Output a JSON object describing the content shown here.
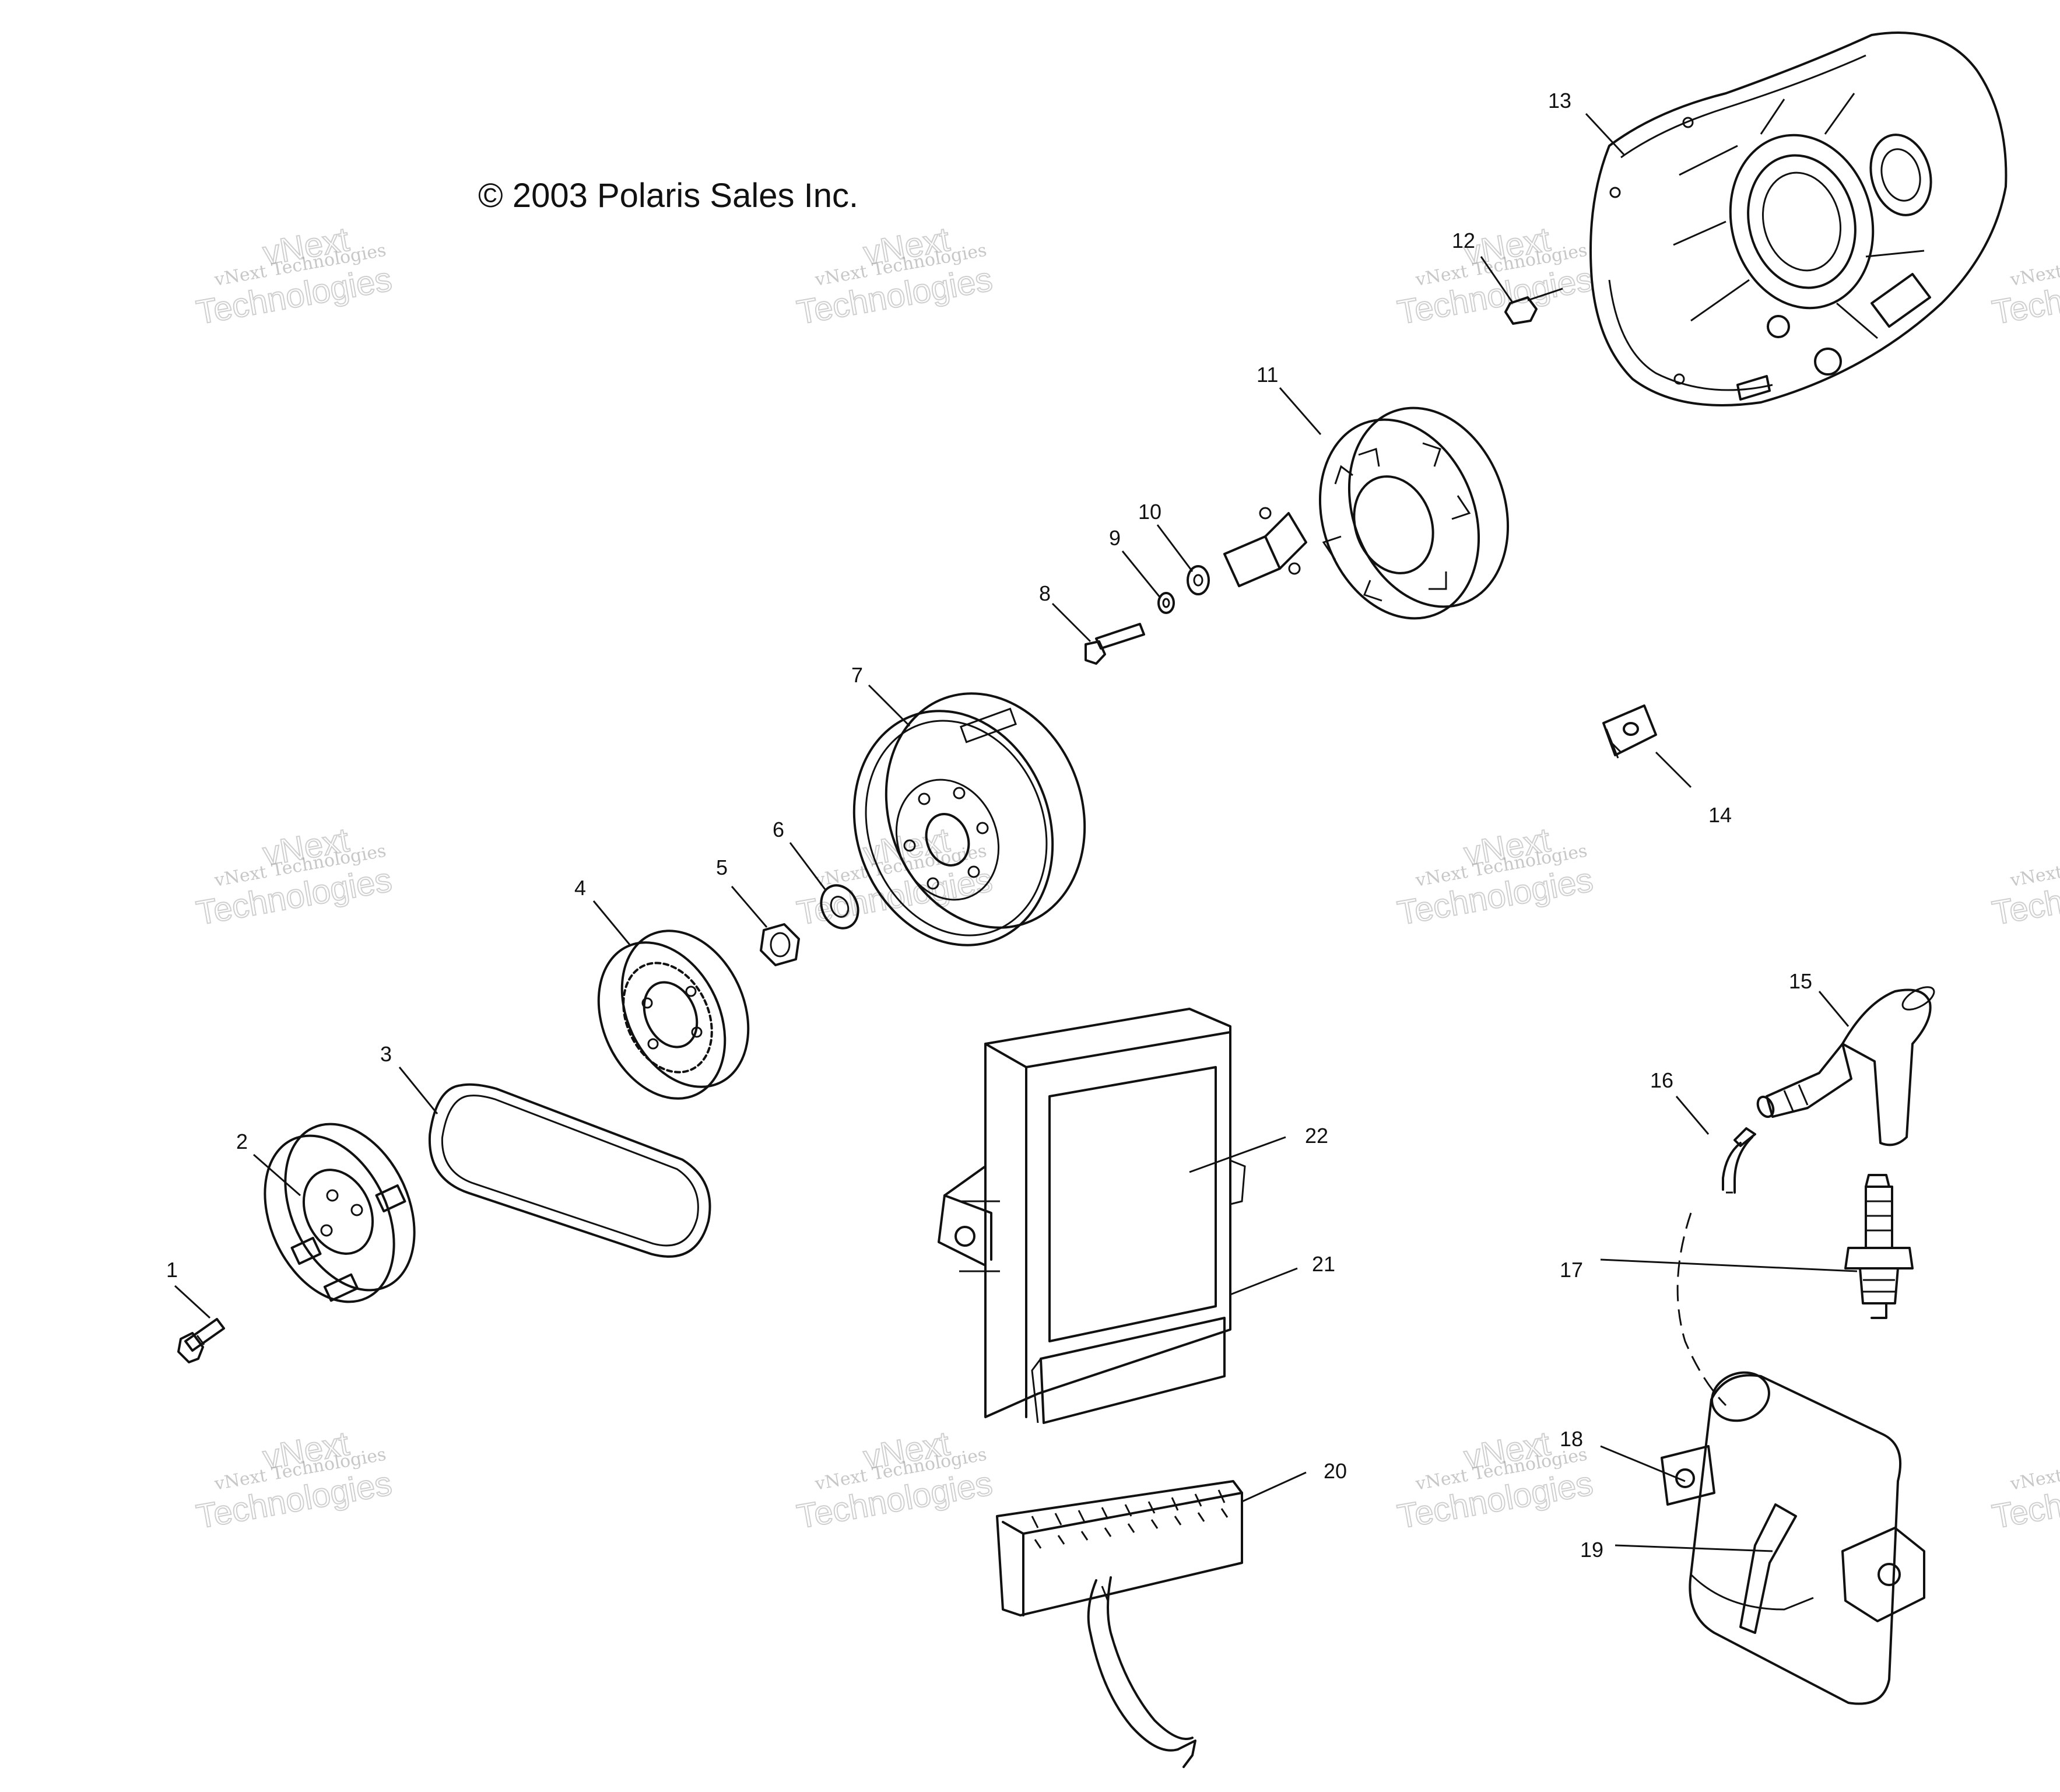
{
  "copyright": "© 2003 Polaris Sales Inc.",
  "watermark": {
    "line_small": "vNext Technologies",
    "line_large_1": "vNext",
    "line_large_2": "Technologies"
  },
  "callouts": [
    "1",
    "2",
    "3",
    "4",
    "5",
    "6",
    "7",
    "8",
    "9",
    "10",
    "11",
    "12",
    "13",
    "14",
    "15",
    "16",
    "17",
    "18",
    "19",
    "20",
    "21",
    "22"
  ],
  "colors": {
    "ink": "#111111",
    "background": "#ffffff",
    "watermark": "#9a9a9a"
  }
}
